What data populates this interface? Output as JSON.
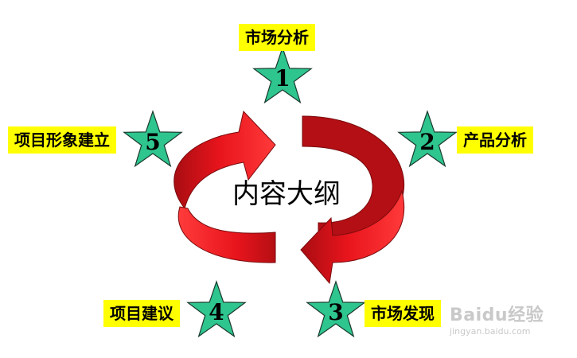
{
  "center_title": "内容大纲",
  "steps": [
    {
      "number": "1",
      "label": "市场分析"
    },
    {
      "number": "2",
      "label": "产品分析"
    },
    {
      "number": "3",
      "label": "市场发现"
    },
    {
      "number": "4",
      "label": "项目建议"
    },
    {
      "number": "5",
      "label": "项目形象建立"
    }
  ],
  "watermark": {
    "brand": "Baidu经验",
    "url": "jingyan.baidu.com"
  },
  "colors": {
    "star_fill": "#2ec58f",
    "star_stroke": "#1a3a2e",
    "arrow_red": "#e8141c",
    "arrow_dark": "#a30d12",
    "label_bg": "#ffff00"
  }
}
